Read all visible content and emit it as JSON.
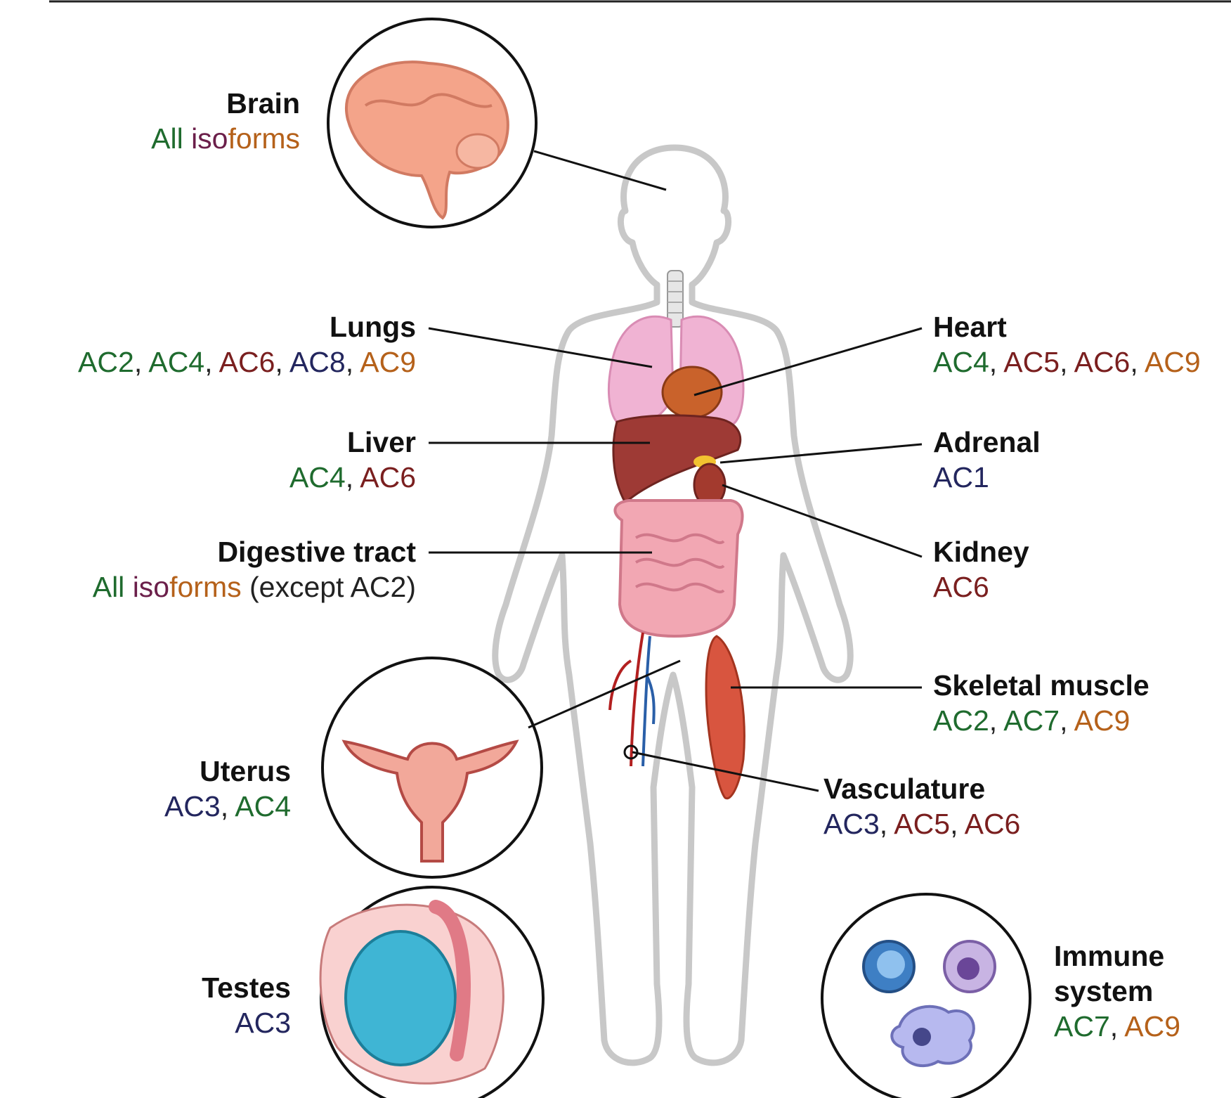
{
  "organs": {
    "brain": {
      "name": "Brain",
      "iso": [
        {
          "t": "All ",
          "c": "green"
        },
        {
          "t": "iso",
          "c": "plum"
        },
        {
          "t": "forms",
          "c": "orange"
        }
      ]
    },
    "lungs": {
      "name": "Lungs",
      "iso": [
        {
          "t": "AC2",
          "c": "green"
        },
        {
          "t": ", ",
          "c": "black"
        },
        {
          "t": "AC4",
          "c": "green"
        },
        {
          "t": ", ",
          "c": "black"
        },
        {
          "t": "AC6",
          "c": "maroon"
        },
        {
          "t": ", ",
          "c": "black"
        },
        {
          "t": "AC8",
          "c": "navy"
        },
        {
          "t": ", ",
          "c": "black"
        },
        {
          "t": "AC9",
          "c": "orange"
        }
      ]
    },
    "liver": {
      "name": "Liver",
      "iso": [
        {
          "t": "AC4",
          "c": "green"
        },
        {
          "t": ", ",
          "c": "black"
        },
        {
          "t": "AC6",
          "c": "maroon"
        }
      ]
    },
    "digestive": {
      "name": "Digestive tract",
      "iso": [
        {
          "t": "All ",
          "c": "green"
        },
        {
          "t": "iso",
          "c": "plum"
        },
        {
          "t": "forms",
          "c": "orange"
        },
        {
          "t": " (except AC2)",
          "c": "black"
        }
      ]
    },
    "uterus": {
      "name": "Uterus",
      "iso": [
        {
          "t": "AC3",
          "c": "navy"
        },
        {
          "t": ", ",
          "c": "black"
        },
        {
          "t": "AC4",
          "c": "green"
        }
      ]
    },
    "testes": {
      "name": "Testes",
      "iso": [
        {
          "t": "AC3",
          "c": "navy"
        }
      ]
    },
    "heart": {
      "name": "Heart",
      "iso": [
        {
          "t": "AC4",
          "c": "green"
        },
        {
          "t": ", ",
          "c": "black"
        },
        {
          "t": "AC5",
          "c": "maroon"
        },
        {
          "t": ", ",
          "c": "black"
        },
        {
          "t": "AC6",
          "c": "maroon"
        },
        {
          "t": ", ",
          "c": "black"
        },
        {
          "t": "AC9",
          "c": "orange"
        }
      ]
    },
    "adrenal": {
      "name": "Adrenal",
      "iso": [
        {
          "t": "AC1",
          "c": "navy"
        }
      ]
    },
    "kidney": {
      "name": "Kidney",
      "iso": [
        {
          "t": "AC6",
          "c": "maroon"
        }
      ]
    },
    "skeletal": {
      "name": "Skeletal muscle",
      "iso": [
        {
          "t": "AC2",
          "c": "green"
        },
        {
          "t": ", ",
          "c": "black"
        },
        {
          "t": "AC7",
          "c": "green"
        },
        {
          "t": ", ",
          "c": "black"
        },
        {
          "t": "AC9",
          "c": "orange"
        }
      ]
    },
    "vasculature": {
      "name": "Vasculature",
      "iso": [
        {
          "t": "AC3",
          "c": "navy"
        },
        {
          "t": ", ",
          "c": "black"
        },
        {
          "t": "AC5",
          "c": "maroon"
        },
        {
          "t": ", ",
          "c": "black"
        },
        {
          "t": "AC6",
          "c": "maroon"
        }
      ]
    },
    "immune": {
      "name_line1": "Immune",
      "name_line2": "system",
      "iso": [
        {
          "t": "AC7",
          "c": "green"
        },
        {
          "t": ", ",
          "c": "black"
        },
        {
          "t": "AC9",
          "c": "orange"
        }
      ]
    }
  },
  "colors": {
    "green": "#1f6b2e",
    "maroon": "#7a1f1f",
    "navy": "#23265e",
    "orange": "#b5611a",
    "plum": "#6b1f4a",
    "body_outline": "#c8c8c8",
    "lung": "#f0b3d3",
    "liver": "#9e3a35",
    "intestine": "#f2a7b3",
    "muscle": "#d8553f"
  }
}
